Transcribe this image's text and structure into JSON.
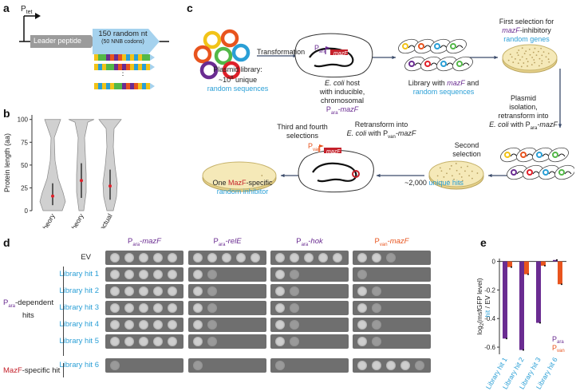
{
  "panels": {
    "a": "a",
    "b": "b",
    "c": "c",
    "d": "d",
    "e": "e"
  },
  "panel_a": {
    "promoter_main": "P",
    "promoter_sub": "tet",
    "leader": "Leader peptide",
    "random_title": "150 random nt",
    "random_sub": "(50 NNB codons)",
    "ellipsis": "⋮"
  },
  "panel_b": {
    "ylabel": "Protein length (aa)",
    "yticks": [
      "0",
      "25",
      "50",
      "75",
      "100"
    ],
    "categories": [
      "NNN theory",
      "NNB theory",
      "NNB actual"
    ],
    "medians": [
      16,
      33,
      27
    ]
  },
  "panel_c": {
    "lib_line1": "Plasmid library:",
    "lib_line2a": "~10",
    "lib_exp": "8",
    "lib_line2b": " unique",
    "lib_line3": "random sequences",
    "transformation": "Transformation",
    "host_line1": "E. coli",
    "host_line1b": " host",
    "host_line2": "with inducible, chromosomal",
    "host_line3a": "P",
    "host_line3sub": "ara",
    "host_line3b": "-mazF",
    "cell_p": "P",
    "cell_psub": "ara",
    "cell_gene": "mazF",
    "lib_with_1": "Library with ",
    "lib_with_gene": "mazF",
    "lib_with_2": " and",
    "lib_with_3": "random sequences",
    "first_1": "First selection for",
    "first_2a": "mazF",
    "first_2b": "-inhibitory",
    "first_3": "random genes",
    "iso_1": "Plasmid",
    "iso_2": "isolation,",
    "iso_3": "retransform into",
    "iso_4a": "E. coli",
    "iso_4b": " with P",
    "iso_4sub": "ara",
    "iso_4c": "-mazF",
    "second_1": "Second",
    "second_2": "selection",
    "hits_a": "~2,000 ",
    "hits_b": "unique hits",
    "retrans_1": "Retransform into",
    "retrans_2a": "E. coli",
    "retrans_2b": " with P",
    "retrans_2sub": "van",
    "retrans_2c": "-mazF",
    "third_1": "Third and fourth",
    "third_2": "selections",
    "cell2_p": "P",
    "cell2_psub": "van",
    "cell2_gene": "mazF",
    "one_a": "One ",
    "one_b": "MazF",
    "one_c": "-specific",
    "one_2": "random inhibitor"
  },
  "panel_d": {
    "columns": [
      {
        "p": "P",
        "sub": "ara",
        "gene": "-mazF"
      },
      {
        "p": "P",
        "sub": "ara",
        "gene": "-relE"
      },
      {
        "p": "P",
        "sub": "ara",
        "gene": "-hok"
      },
      {
        "p": "P",
        "sub": "van",
        "gene": "-mazF"
      }
    ],
    "rows": [
      "EV",
      "Library hit 1",
      "Library hit 2",
      "Library hit 3",
      "Library hit 4",
      "Library hit 5",
      "Library hit 6"
    ],
    "group1_a": "P",
    "group1_sub": "ara",
    "group1_b": "-dependent",
    "group1_c": "hits",
    "group2_a": "MazF",
    "group2_b": "-specific hit"
  },
  "chart_data": {
    "type": "bar",
    "categories": [
      "Library hit 1",
      "Library hit 2",
      "Library hit 3",
      "Library hit 6"
    ],
    "series": [
      {
        "name": "Para",
        "values": [
          -0.54,
          -0.62,
          -0.43,
          0.01
        ],
        "color": "#6a2c91"
      },
      {
        "name": "Pvan",
        "values": [
          -0.04,
          -0.09,
          -0.03,
          -0.16
        ],
        "color": "#e8541e"
      }
    ],
    "ylabel_a": "log",
    "ylabel_sub": "2",
    "ylabel_b": "(msfGFP level)",
    "ylabel2_a": "hit",
    "ylabel2_b": " / EV",
    "ylim": [
      -0.65,
      0.02
    ],
    "yticks": [
      "0",
      "-0.2",
      "-0.4",
      "-0.6"
    ],
    "legend": [
      {
        "p": "P",
        "sub": "ara",
        "color": "#6a2c91"
      },
      {
        "p": "P",
        "sub": "van",
        "color": "#e8541e"
      }
    ]
  },
  "colors": {
    "blue": "#2a9fd6",
    "purple": "#6a2c91",
    "orange": "#e8541e",
    "red": "#c4202a"
  }
}
